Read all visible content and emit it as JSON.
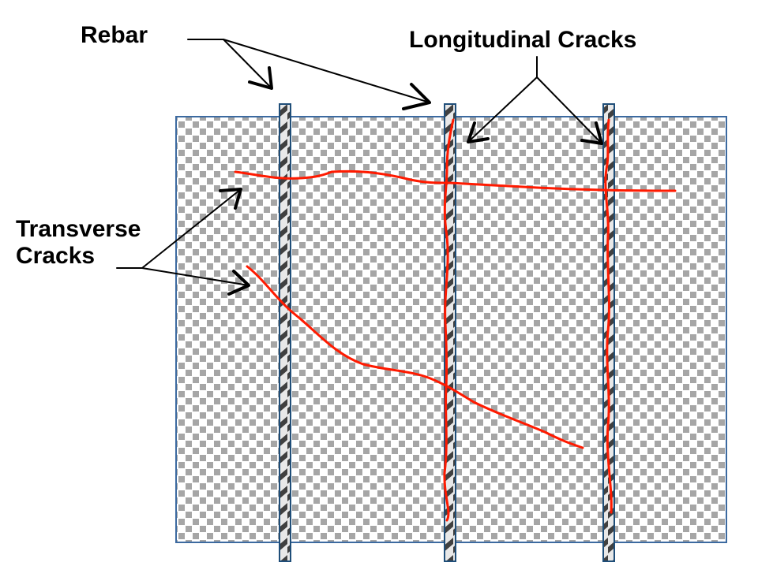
{
  "labels": {
    "rebar": "Rebar",
    "longitudinal_cracks": "Longitudinal Cracks",
    "transverse_line1": "Transverse",
    "transverse_line2": "Cracks"
  },
  "colors": {
    "background": "#ffffff",
    "slab_border": "#3c6aa0",
    "checker_dark": "#a6a6a6",
    "checker_light": "#ffffff",
    "rebar_fill": "#e8e8e8",
    "rebar_border": "#1f4e79",
    "rebar_stripe": "#404040",
    "crack": "#ff1a00",
    "arrow": "#000000"
  }
}
